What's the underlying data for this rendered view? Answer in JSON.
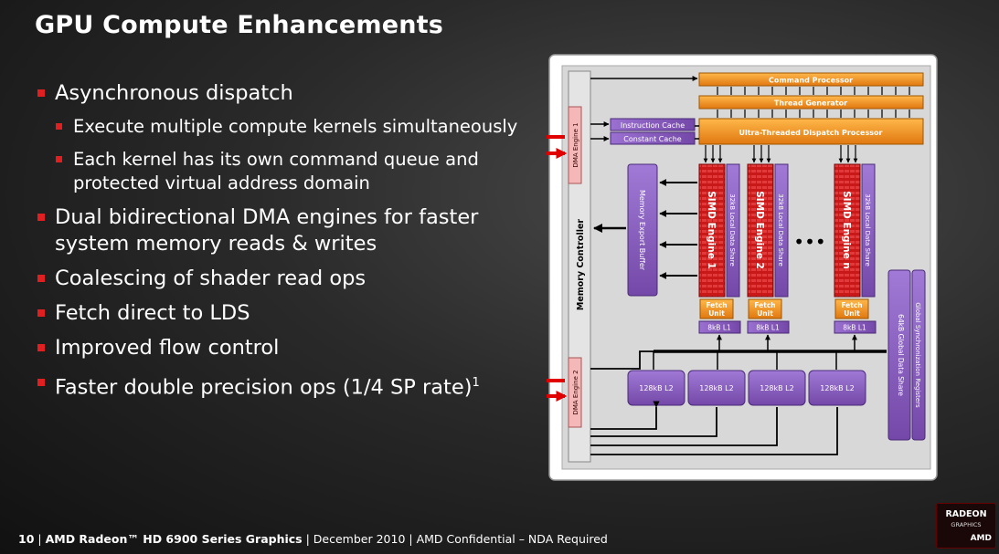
{
  "slide": {
    "title": "GPU Compute Enhancements",
    "bullets": [
      {
        "text": "Asynchronous dispatch",
        "sub": [
          "Execute multiple compute kernels simultaneously",
          "Each kernel has its own command queue and protected virtual address domain"
        ]
      },
      {
        "text": "Dual bidirectional DMA engines for faster system memory reads & writes"
      },
      {
        "text": "Coalescing of shader read ops"
      },
      {
        "text": "Fetch direct to LDS"
      },
      {
        "text": "Improved flow control"
      },
      {
        "text": "Faster double precision ops (1/4 SP rate)",
        "sup": "1"
      }
    ],
    "footer": {
      "page": "10",
      "product": "AMD Radeon™ HD 6900 Series Graphics",
      "date": "December 2010",
      "notice": "AMD Confidential – NDA Required"
    }
  },
  "diagram": {
    "command_processor": "Command Processor",
    "thread_generator": "Thread Generator",
    "dispatch_processor": "Ultra-Threaded Dispatch Processor",
    "instruction_cache": "Instruction Cache",
    "constant_cache": "Constant Cache",
    "dma_engine_1": "DMA Engine 1",
    "dma_engine_2": "DMA Engine 2",
    "memory_controller": "Memory Controller",
    "memory_export_buffer": "Memory Export Buffer",
    "simd_engines": [
      "SIMD Engine 1",
      "SIMD Engine 2",
      "SIMD Engine n"
    ],
    "lds_label": "32kB Local Data Share",
    "fetch_unit_line1": "Fetch",
    "fetch_unit_line2": "Unit",
    "l1_label": "8kB L1",
    "ellipsis": "•••",
    "l2_label": "128kB L2",
    "global_data_share": "64kB Global Data Share",
    "global_sync": "Global Synchronization Registers"
  },
  "logo": {
    "line1": "RADEON",
    "line2": "GRAPHICS",
    "line3": "AMD"
  },
  "colors": {
    "orange": "#f0901c",
    "purple": "#8a5fc0",
    "red": "#e02020",
    "pink": "#f4b8b8"
  }
}
